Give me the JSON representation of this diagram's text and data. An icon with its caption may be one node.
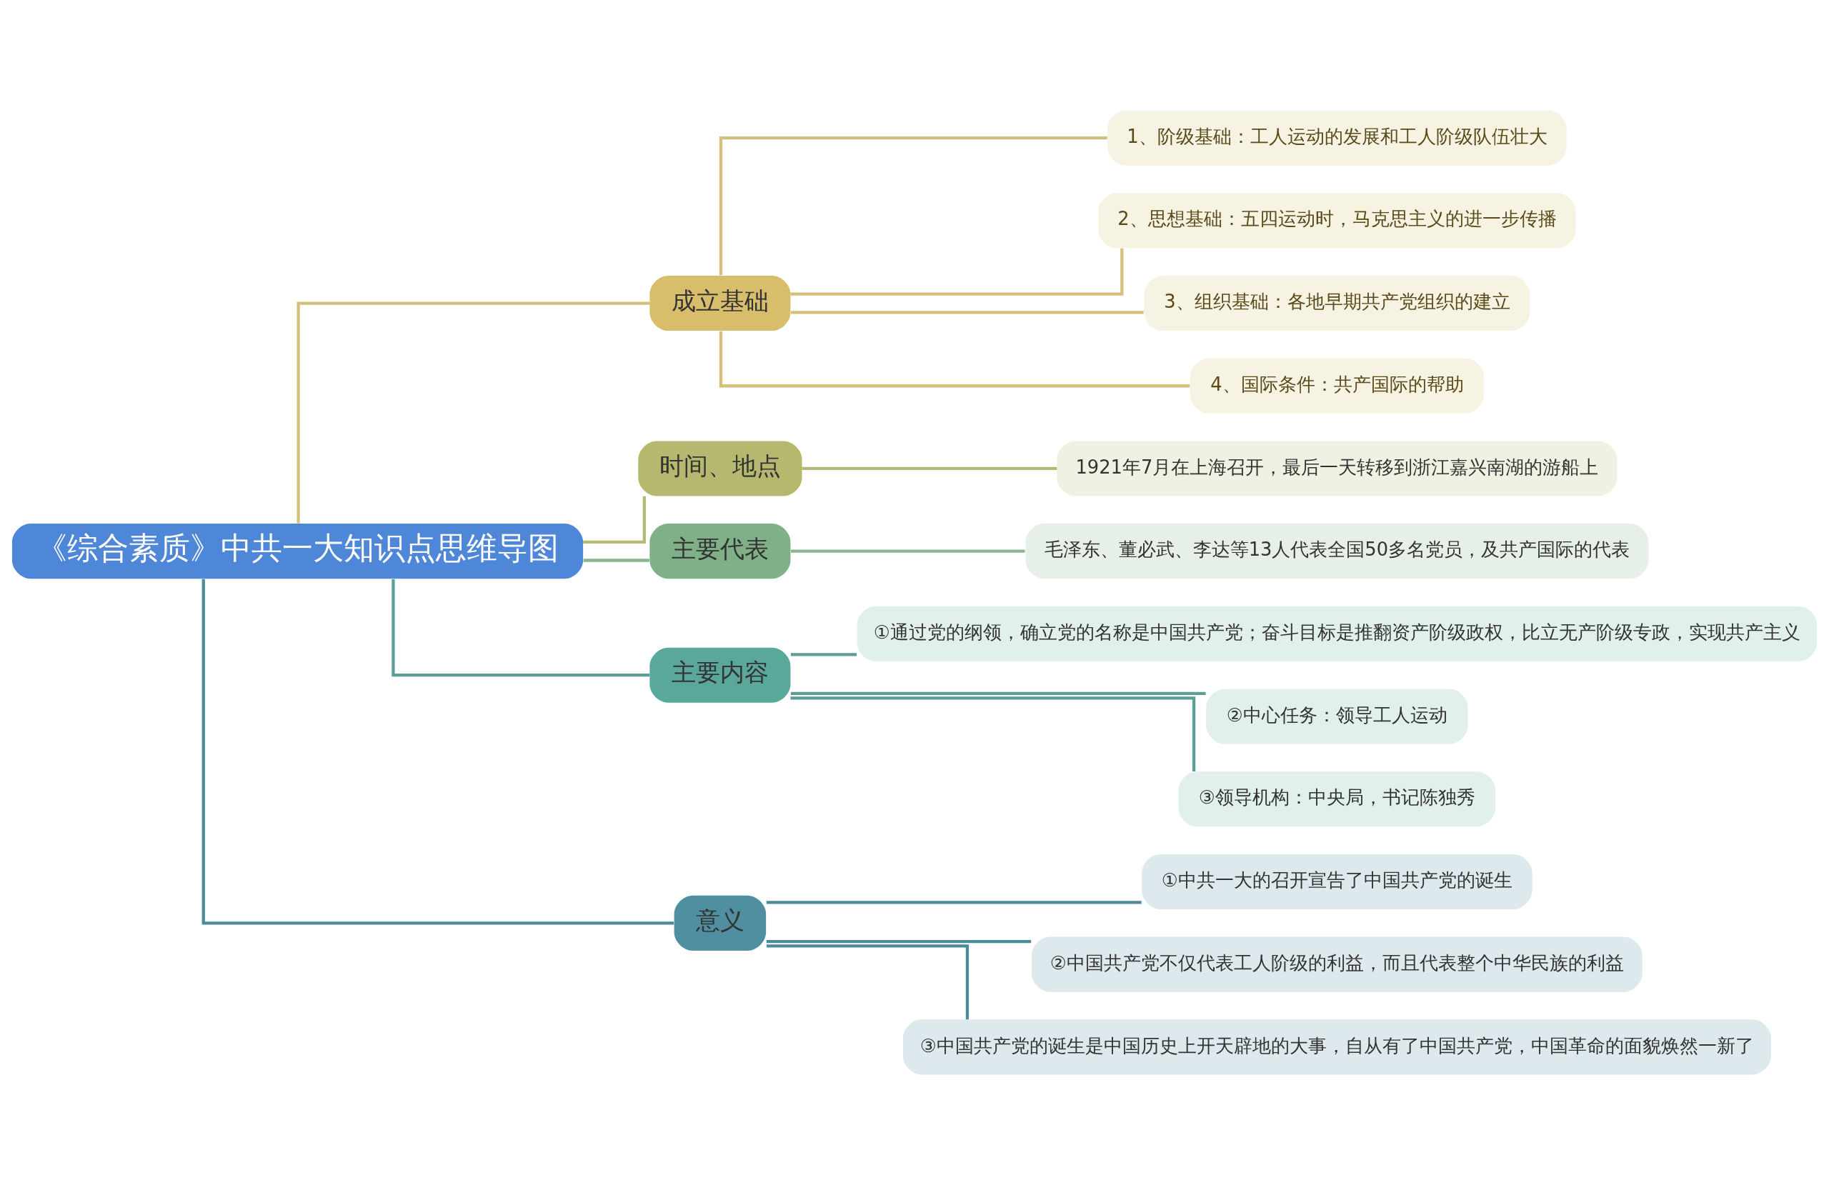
{
  "diagram": {
    "nodes": [
      {
        "text": [
          "《综合素质》中共一大知识点思维导图"
        ]
      },
      {
        "text": [
          "成立基础"
        ]
      },
      {
        "text": [
          "1、阶级基础：工人运动的发展和工人阶级队伍壮大"
        ]
      },
      {
        "text": [
          "2、思想基础：五四运动时，马克思主义的进一步传播"
        ]
      },
      {
        "text": [
          "3、组织基础：各地早期共产党组织的建立"
        ]
      },
      {
        "text": [
          "4、国际条件：共产国际的帮助"
        ]
      },
      {
        "text": [
          "时间、地点"
        ]
      },
      {
        "text": [
          "1921年7月在上海召开，最后一天转移到浙江嘉兴南湖的游船上"
        ]
      },
      {
        "text": [
          "主要代表"
        ]
      },
      {
        "text": [
          "毛泽东、董必武、李达等13人代表全国50多名党员，及共产国际的代表"
        ]
      },
      {
        "text": [
          "主要内容"
        ]
      },
      {
        "text": [
          "①通过党的纲领，确立党的名称是中国共产党；奋斗目标是推翻资产阶级政权，比立无产阶级专政，实现共产主义"
        ]
      },
      {
        "text": [
          "②中心任务：领导工人运动"
        ]
      },
      {
        "text": [
          "③领导机构：中央局，书记陈独秀"
        ]
      },
      {
        "text": [
          "意义"
        ]
      },
      {
        "text": [
          "①中共一大的召开宣告了中国共产党的诞生"
        ]
      },
      {
        "text": [
          "②中国共产党不仅代表工人阶级的利益，而且代表整个中华民族的利益"
        ]
      },
      {
        "text": [
          "③中国共产党的诞生是中国历史上开天辟地的大事，自从有了中国共产党，中国革命的面貌焕然一新了"
        ]
      }
    ],
    "edges": [
      {
        "from": 0,
        "to": 1,
        "arrow": "none",
        "color": "#d4c07a"
      },
      {
        "from": 1,
        "to": 2,
        "arrow": "none",
        "color": "#d4c07a"
      },
      {
        "from": 1,
        "to": 3,
        "arrow": "none",
        "color": "#d4c07a"
      },
      {
        "from": 1,
        "to": 4,
        "arrow": "none",
        "color": "#d4c07a"
      },
      {
        "from": 1,
        "to": 5,
        "arrow": "none",
        "color": "#d4c07a"
      },
      {
        "from": 0,
        "to": 6,
        "arrow": "none",
        "color": "#b6b878"
      },
      {
        "from": 6,
        "to": 7,
        "arrow": "none",
        "color": "#b6b878"
      },
      {
        "from": 0,
        "to": 8,
        "arrow": "none",
        "color": "#8ab792"
      },
      {
        "from": 8,
        "to": 9,
        "arrow": "none",
        "color": "#8ab792"
      },
      {
        "from": 0,
        "to": 10,
        "arrow": "none",
        "color": "#5a9e96"
      },
      {
        "from": 10,
        "to": 11,
        "arrow": "none",
        "color": "#5a9e96"
      },
      {
        "from": 10,
        "to": 12,
        "arrow": "none",
        "color": "#5a9e96"
      },
      {
        "from": 10,
        "to": 13,
        "arrow": "none",
        "color": "#5a9e96"
      },
      {
        "from": 0,
        "to": 14,
        "arrow": "none",
        "color": "#4e8b98"
      },
      {
        "from": 14,
        "to": 15,
        "arrow": "none",
        "color": "#4e8b98"
      },
      {
        "from": 14,
        "to": 16,
        "arrow": "none",
        "color": "#4e8b98"
      },
      {
        "from": 14,
        "to": 17,
        "arrow": "none",
        "color": "#4e8b98"
      }
    ]
  }
}
